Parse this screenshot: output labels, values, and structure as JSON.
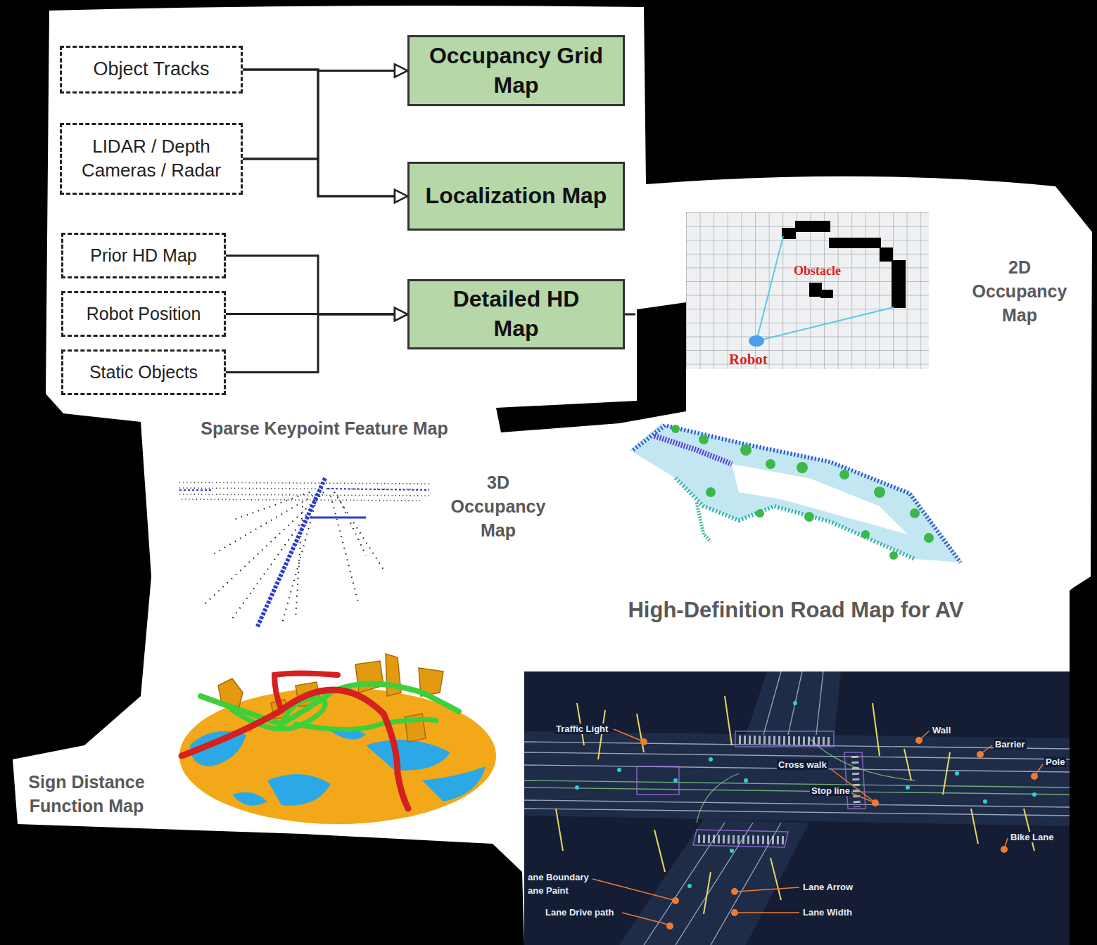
{
  "diagram": {
    "nodes": [
      {
        "text": [
          "Object Tracks"
        ]
      },
      {
        "text": [
          "Occupancy Grid Map"
        ]
      },
      {
        "text": [
          "LIDAR / Depth Cameras / Radar"
        ]
      },
      {
        "text": [
          "Localization Map"
        ]
      },
      {
        "text": [
          "Prior HD Map"
        ]
      },
      {
        "text": [
          "Robot Position"
        ]
      },
      {
        "text": [
          "Detailed HD Map"
        ]
      },
      {
        "text": [
          "Static Objects"
        ]
      }
    ],
    "edges": [
      {
        "from": 0,
        "to": 1,
        "arrow": "to"
      },
      {
        "from": 0,
        "to": 3,
        "arrow": "to"
      },
      {
        "from": 2,
        "to": 1,
        "arrow": "to"
      },
      {
        "from": 2,
        "to": 3,
        "arrow": "to"
      },
      {
        "from": 4,
        "to": 6,
        "arrow": "to"
      },
      {
        "from": 5,
        "to": 6,
        "arrow": "to"
      },
      {
        "from": 7,
        "to": 6,
        "arrow": "to"
      }
    ],
    "labels": [
      "Sparse Keypoint Feature Map",
      "2D Occupancy Map",
      "Obstacle",
      "Robot",
      "3D Occupancy Map",
      "High-Definition Road Map for AV",
      "Sign Distance Function Map",
      "Traffic Light",
      "Wall",
      "Barrier",
      "Pole",
      "Cross walk",
      "Stop line",
      "Bike Lane",
      "ane Boundary",
      "ane Paint",
      "Lane Arrow",
      "Lane Drive path",
      "Lane Width"
    ]
  }
}
